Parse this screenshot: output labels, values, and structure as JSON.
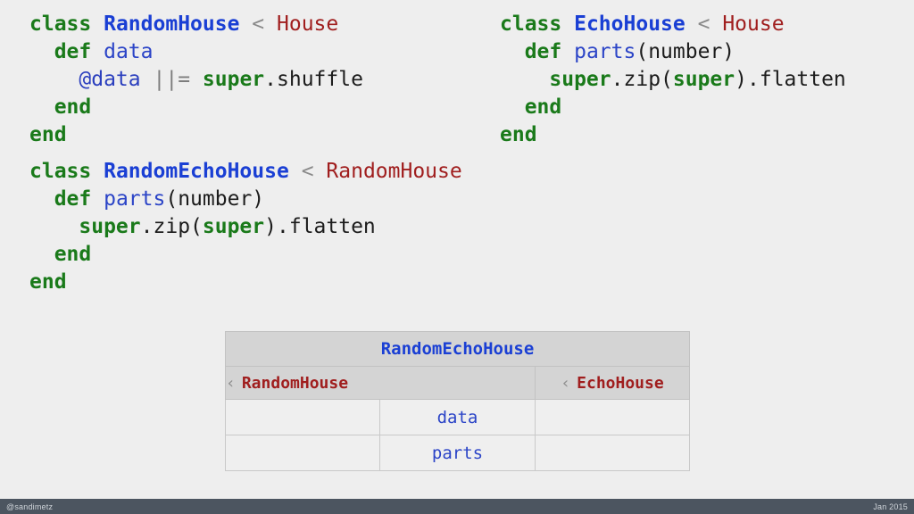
{
  "slide": {
    "background": "#eeeeee",
    "accents": {
      "keyword_green": "#1a7a1a",
      "class_blue": "#1a3fd4",
      "superclass_red": "#a01e1e",
      "method_blue": "#2b44c7",
      "operator_gray": "#7d7d7d",
      "plain_black": "#1c1c1c",
      "table_header_bg": "#d4d4d4",
      "table_body_bg": "#efefef",
      "footer_bg": "#4c5560"
    }
  },
  "code_blocks": [
    {
      "id": "random-house",
      "lines": [
        [
          {
            "t": "class",
            "c": "kw"
          },
          {
            "t": " ",
            "c": "plain"
          },
          {
            "t": "RandomHouse",
            "c": "cls"
          },
          {
            "t": " ",
            "c": "plain"
          },
          {
            "t": "<",
            "c": "lt"
          },
          {
            "t": " ",
            "c": "plain"
          },
          {
            "t": "House",
            "c": "sup"
          }
        ],
        [
          {
            "t": "  ",
            "c": "plain"
          },
          {
            "t": "def",
            "c": "kw"
          },
          {
            "t": " ",
            "c": "plain"
          },
          {
            "t": "data",
            "c": "meth"
          }
        ],
        [
          {
            "t": "    ",
            "c": "plain"
          },
          {
            "t": "@data",
            "c": "ivar"
          },
          {
            "t": " ",
            "c": "plain"
          },
          {
            "t": "||=",
            "c": "op"
          },
          {
            "t": " ",
            "c": "plain"
          },
          {
            "t": "super",
            "c": "supkw"
          },
          {
            "t": ".",
            "c": "plain"
          },
          {
            "t": "shuffle",
            "c": "plain"
          }
        ],
        [
          {
            "t": "  ",
            "c": "plain"
          },
          {
            "t": "end",
            "c": "kw"
          }
        ],
        [
          {
            "t": "end",
            "c": "kw"
          }
        ]
      ]
    },
    {
      "id": "echo-house",
      "lines": [
        [
          {
            "t": "class",
            "c": "kw"
          },
          {
            "t": " ",
            "c": "plain"
          },
          {
            "t": "EchoHouse",
            "c": "cls"
          },
          {
            "t": " ",
            "c": "plain"
          },
          {
            "t": "<",
            "c": "lt"
          },
          {
            "t": " ",
            "c": "plain"
          },
          {
            "t": "House",
            "c": "sup"
          }
        ],
        [
          {
            "t": "  ",
            "c": "plain"
          },
          {
            "t": "def",
            "c": "kw"
          },
          {
            "t": " ",
            "c": "plain"
          },
          {
            "t": "parts",
            "c": "meth"
          },
          {
            "t": "(number)",
            "c": "plain"
          }
        ],
        [
          {
            "t": "    ",
            "c": "plain"
          },
          {
            "t": "super",
            "c": "supkw"
          },
          {
            "t": ".",
            "c": "plain"
          },
          {
            "t": "zip(",
            "c": "plain"
          },
          {
            "t": "super",
            "c": "supkw"
          },
          {
            "t": ").",
            "c": "plain"
          },
          {
            "t": "flatten",
            "c": "plain"
          }
        ],
        [
          {
            "t": "  ",
            "c": "plain"
          },
          {
            "t": "end",
            "c": "kw"
          }
        ],
        [
          {
            "t": "end",
            "c": "kw"
          }
        ]
      ]
    },
    {
      "id": "random-echo-house",
      "lines": [
        [
          {
            "t": "class",
            "c": "kw"
          },
          {
            "t": " ",
            "c": "plain"
          },
          {
            "t": "RandomEchoHouse",
            "c": "cls"
          },
          {
            "t": " ",
            "c": "plain"
          },
          {
            "t": "<",
            "c": "lt"
          },
          {
            "t": " ",
            "c": "plain"
          },
          {
            "t": "RandomHouse",
            "c": "sup"
          }
        ],
        [
          {
            "t": "  ",
            "c": "plain"
          },
          {
            "t": "def",
            "c": "kw"
          },
          {
            "t": " ",
            "c": "plain"
          },
          {
            "t": "parts",
            "c": "meth"
          },
          {
            "t": "(number)",
            "c": "plain"
          }
        ],
        [
          {
            "t": "    ",
            "c": "plain"
          },
          {
            "t": "super",
            "c": "supkw"
          },
          {
            "t": ".",
            "c": "plain"
          },
          {
            "t": "zip(",
            "c": "plain"
          },
          {
            "t": "super",
            "c": "supkw"
          },
          {
            "t": ").",
            "c": "plain"
          },
          {
            "t": "flatten",
            "c": "plain"
          }
        ],
        [
          {
            "t": "  ",
            "c": "plain"
          },
          {
            "t": "end",
            "c": "kw"
          }
        ],
        [
          {
            "t": "end",
            "c": "kw"
          }
        ]
      ]
    }
  ],
  "lookup_table": {
    "title": "RandomEchoHouse",
    "superclass_row": {
      "left_marker": "‹",
      "left_label": "RandomHouse",
      "right_marker": "‹",
      "right_label": "EchoHouse"
    },
    "rows": [
      {
        "left": "",
        "middle": "data",
        "right": ""
      },
      {
        "left": "",
        "middle": "parts",
        "right": ""
      }
    ]
  },
  "footer": {
    "handle": "@sandimetz",
    "date": "Jan 2015"
  }
}
